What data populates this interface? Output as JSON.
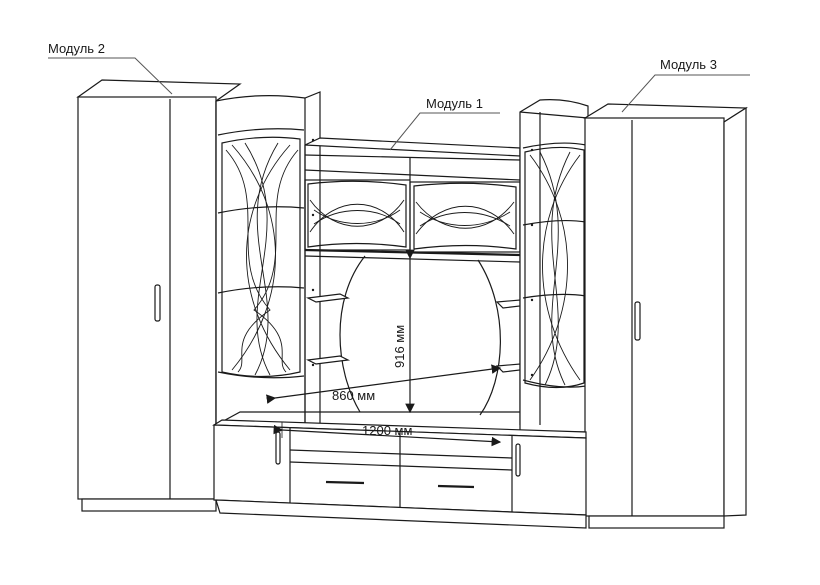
{
  "labels": {
    "module1": "Модуль 1",
    "module2": "Модуль 2",
    "module3": "Модуль 3"
  },
  "dimensions": {
    "height": "916 мм",
    "width_opening": "860 мм",
    "width_niche": "1200 мм"
  }
}
